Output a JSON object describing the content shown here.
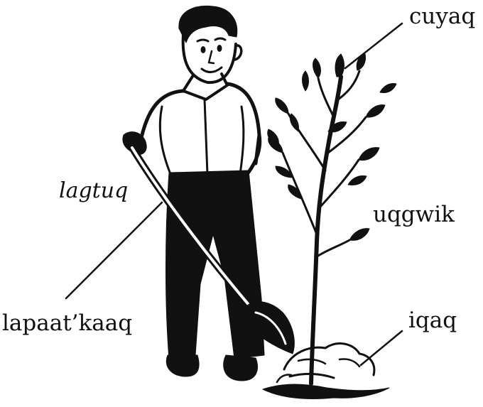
{
  "labels": {
    "leaf": "cuyaq",
    "digging": "lagtuq",
    "tree": "uqgwik",
    "shovel": "lapaat’kaaq",
    "ground": "iqaq"
  },
  "colors": {
    "ink": "#111111",
    "background": "#ffffff"
  }
}
